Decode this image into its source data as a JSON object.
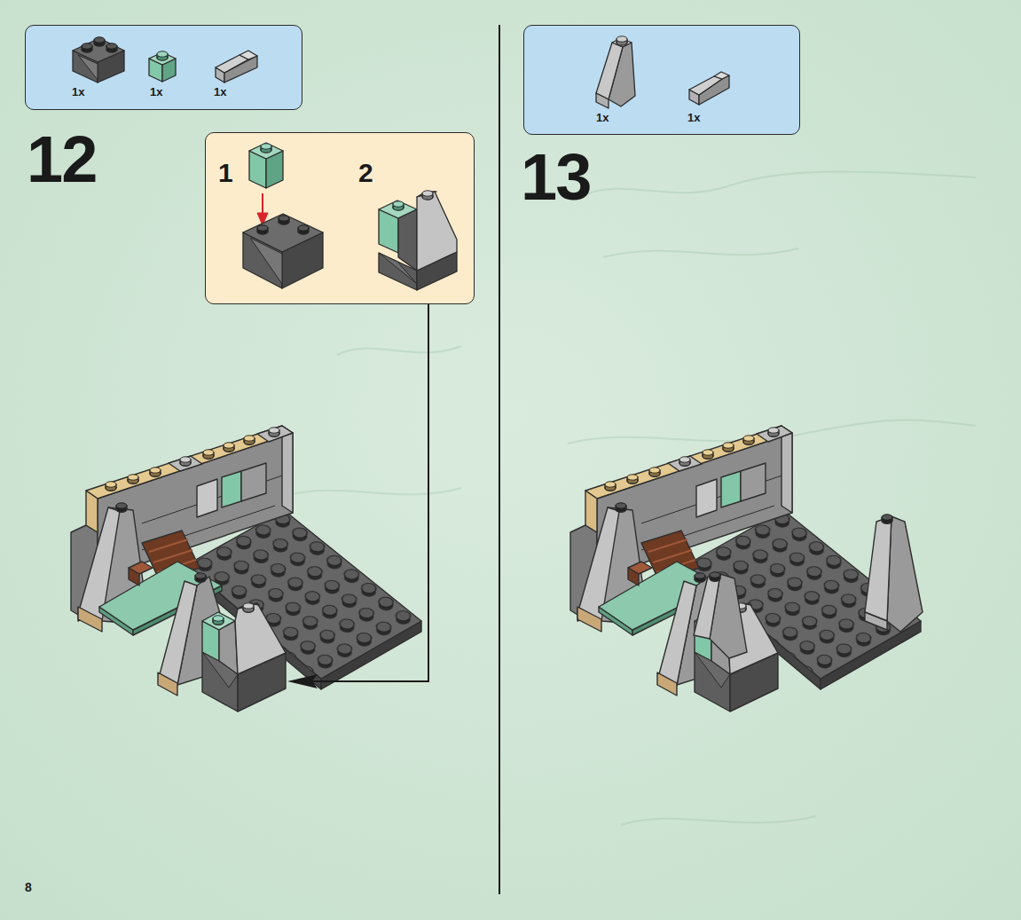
{
  "diagram": {
    "nodes": [
      {
        "text": [
          "1x",
          "1x",
          "1x"
        ]
      },
      {
        "text": [
          "1",
          "2"
        ]
      },
      {
        "text": [
          "1x",
          "1x"
        ]
      }
    ],
    "labels": [
      "12",
      "13",
      "8"
    ]
  }
}
